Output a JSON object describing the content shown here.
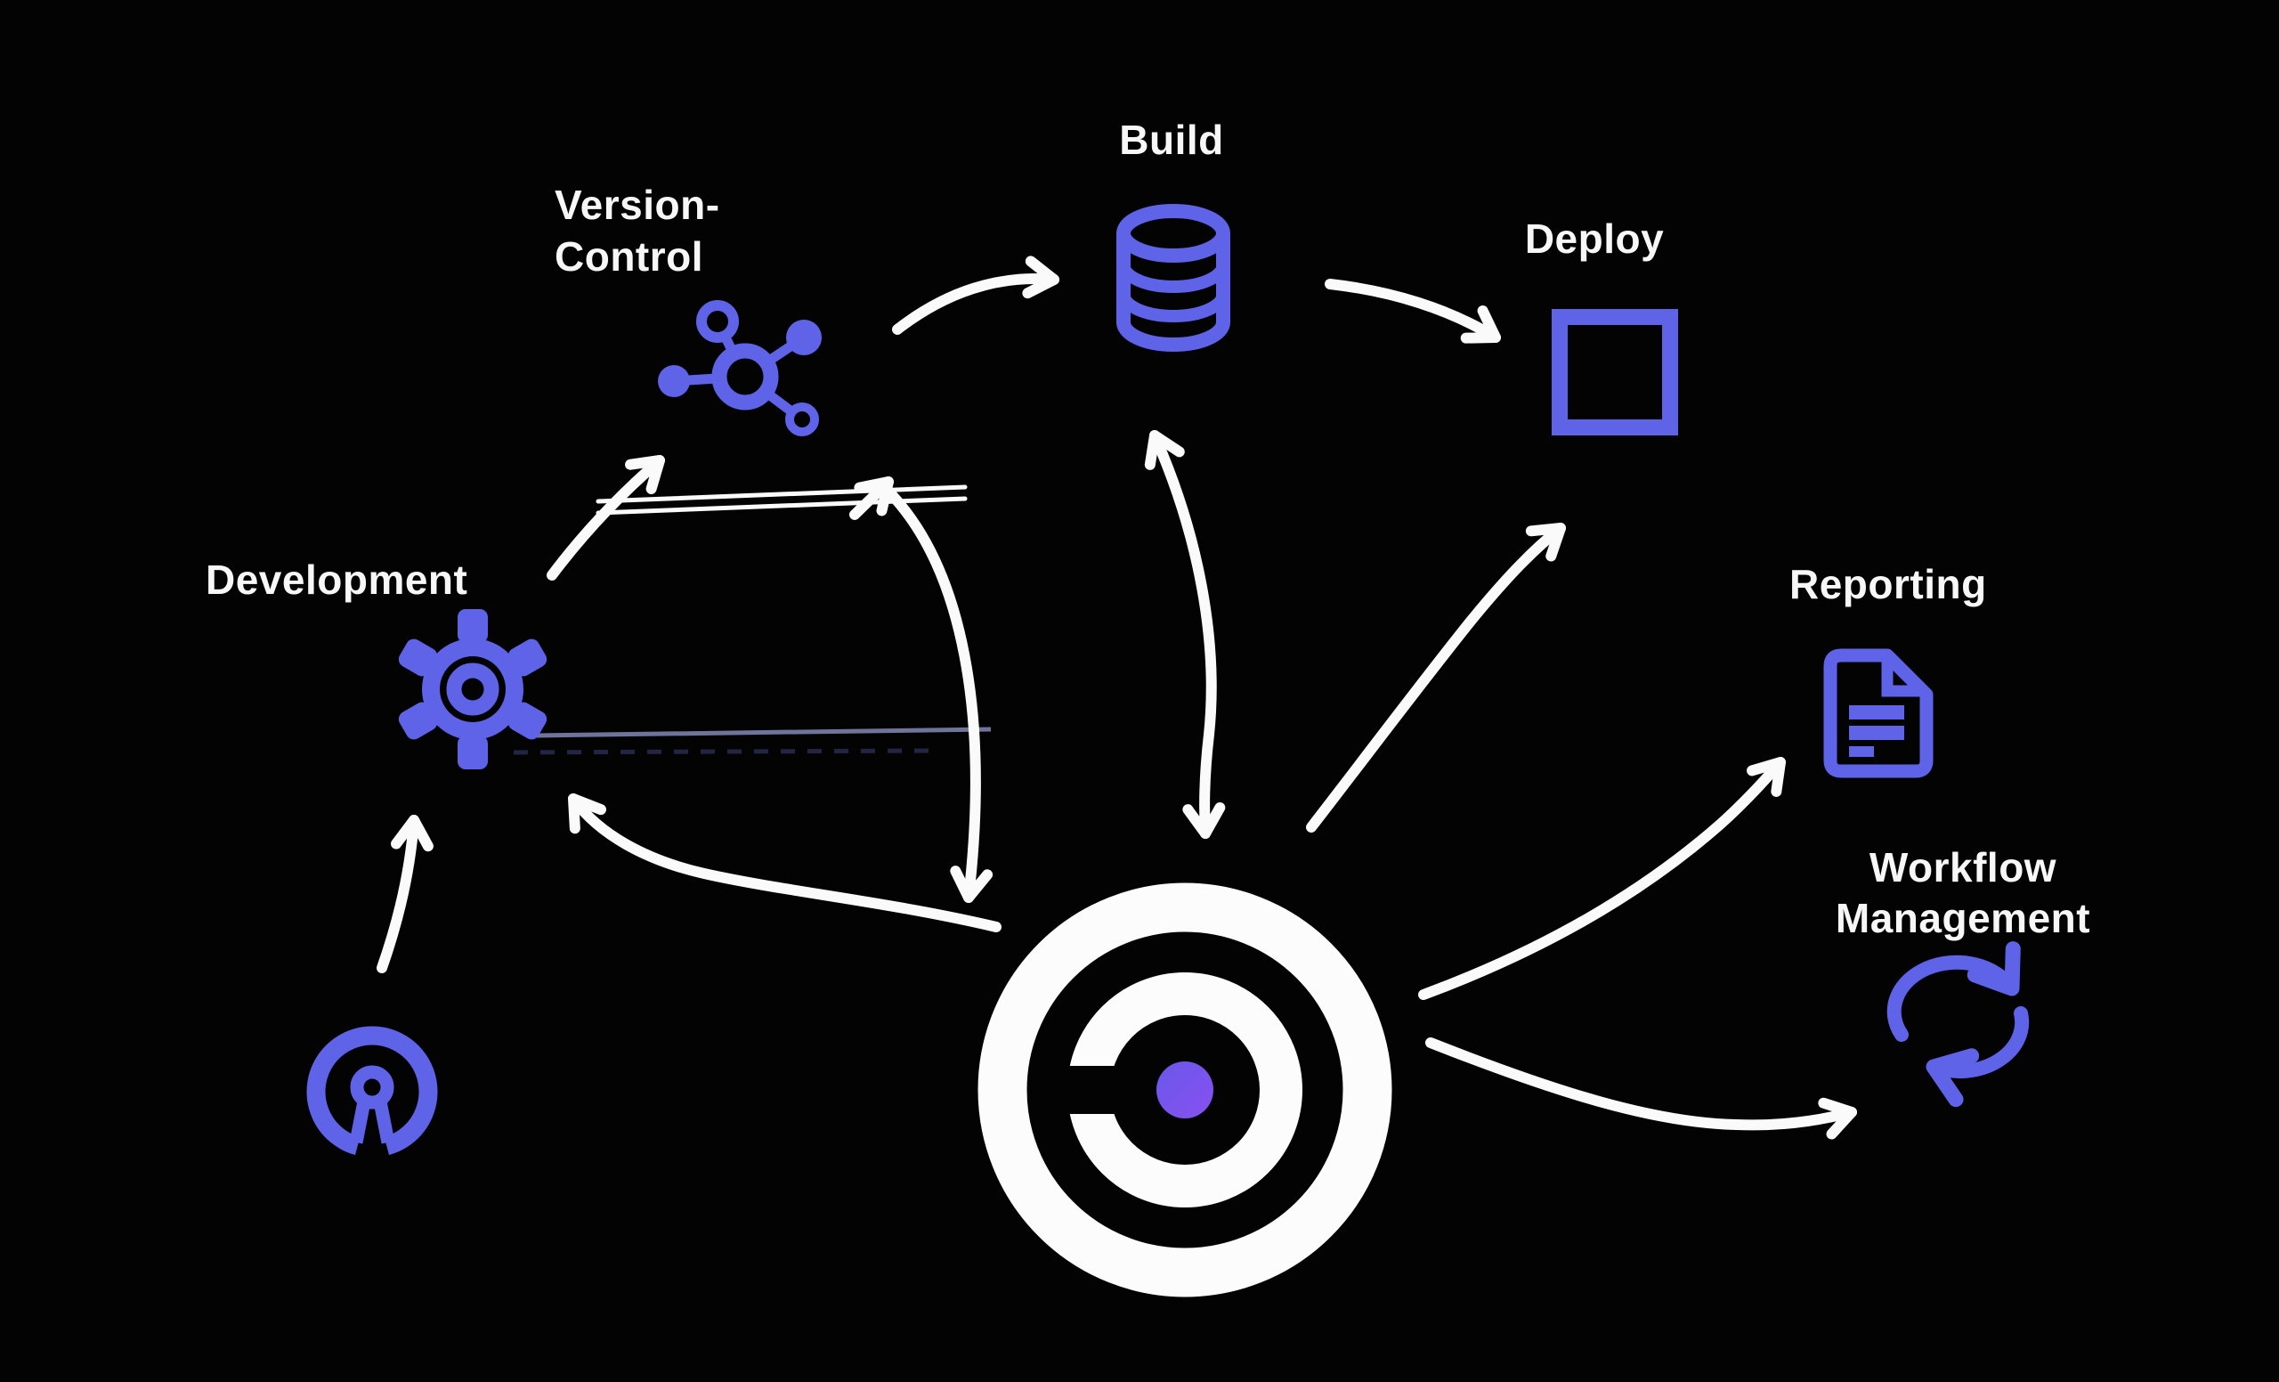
{
  "page": {
    "type": "workflow-diagram"
  },
  "colors": {
    "background": "#030303",
    "accent": "#5e63e8",
    "arrow": "#fafafa",
    "text": "#f7f7f7",
    "hub_ring": "#fcfcfc",
    "hub_dot_start": "#6a58ea",
    "hub_dot_end": "#8850f0",
    "flow_line": "#70749a",
    "flow_line_dashed": "#232544"
  },
  "nodes": {
    "development": {
      "label": "Development",
      "icon": "gear-icon"
    },
    "version_control": {
      "label_line1": "Version-",
      "label_line2": "Control",
      "icon": "network-nodes-icon"
    },
    "build": {
      "label": "Build",
      "icon": "database-icon"
    },
    "deploy": {
      "label": "Deploy",
      "icon": "square-outline-icon"
    },
    "reporting": {
      "label": "Reporting",
      "icon": "report-document-icon"
    },
    "workflow_management": {
      "label_line1": "Workflow",
      "label_line2": "Management",
      "icon": "sync-loop-icon"
    },
    "open_source": {
      "icon": "open-source-keyhole-icon"
    },
    "hub": {
      "icon": "target-hub-icon"
    }
  }
}
